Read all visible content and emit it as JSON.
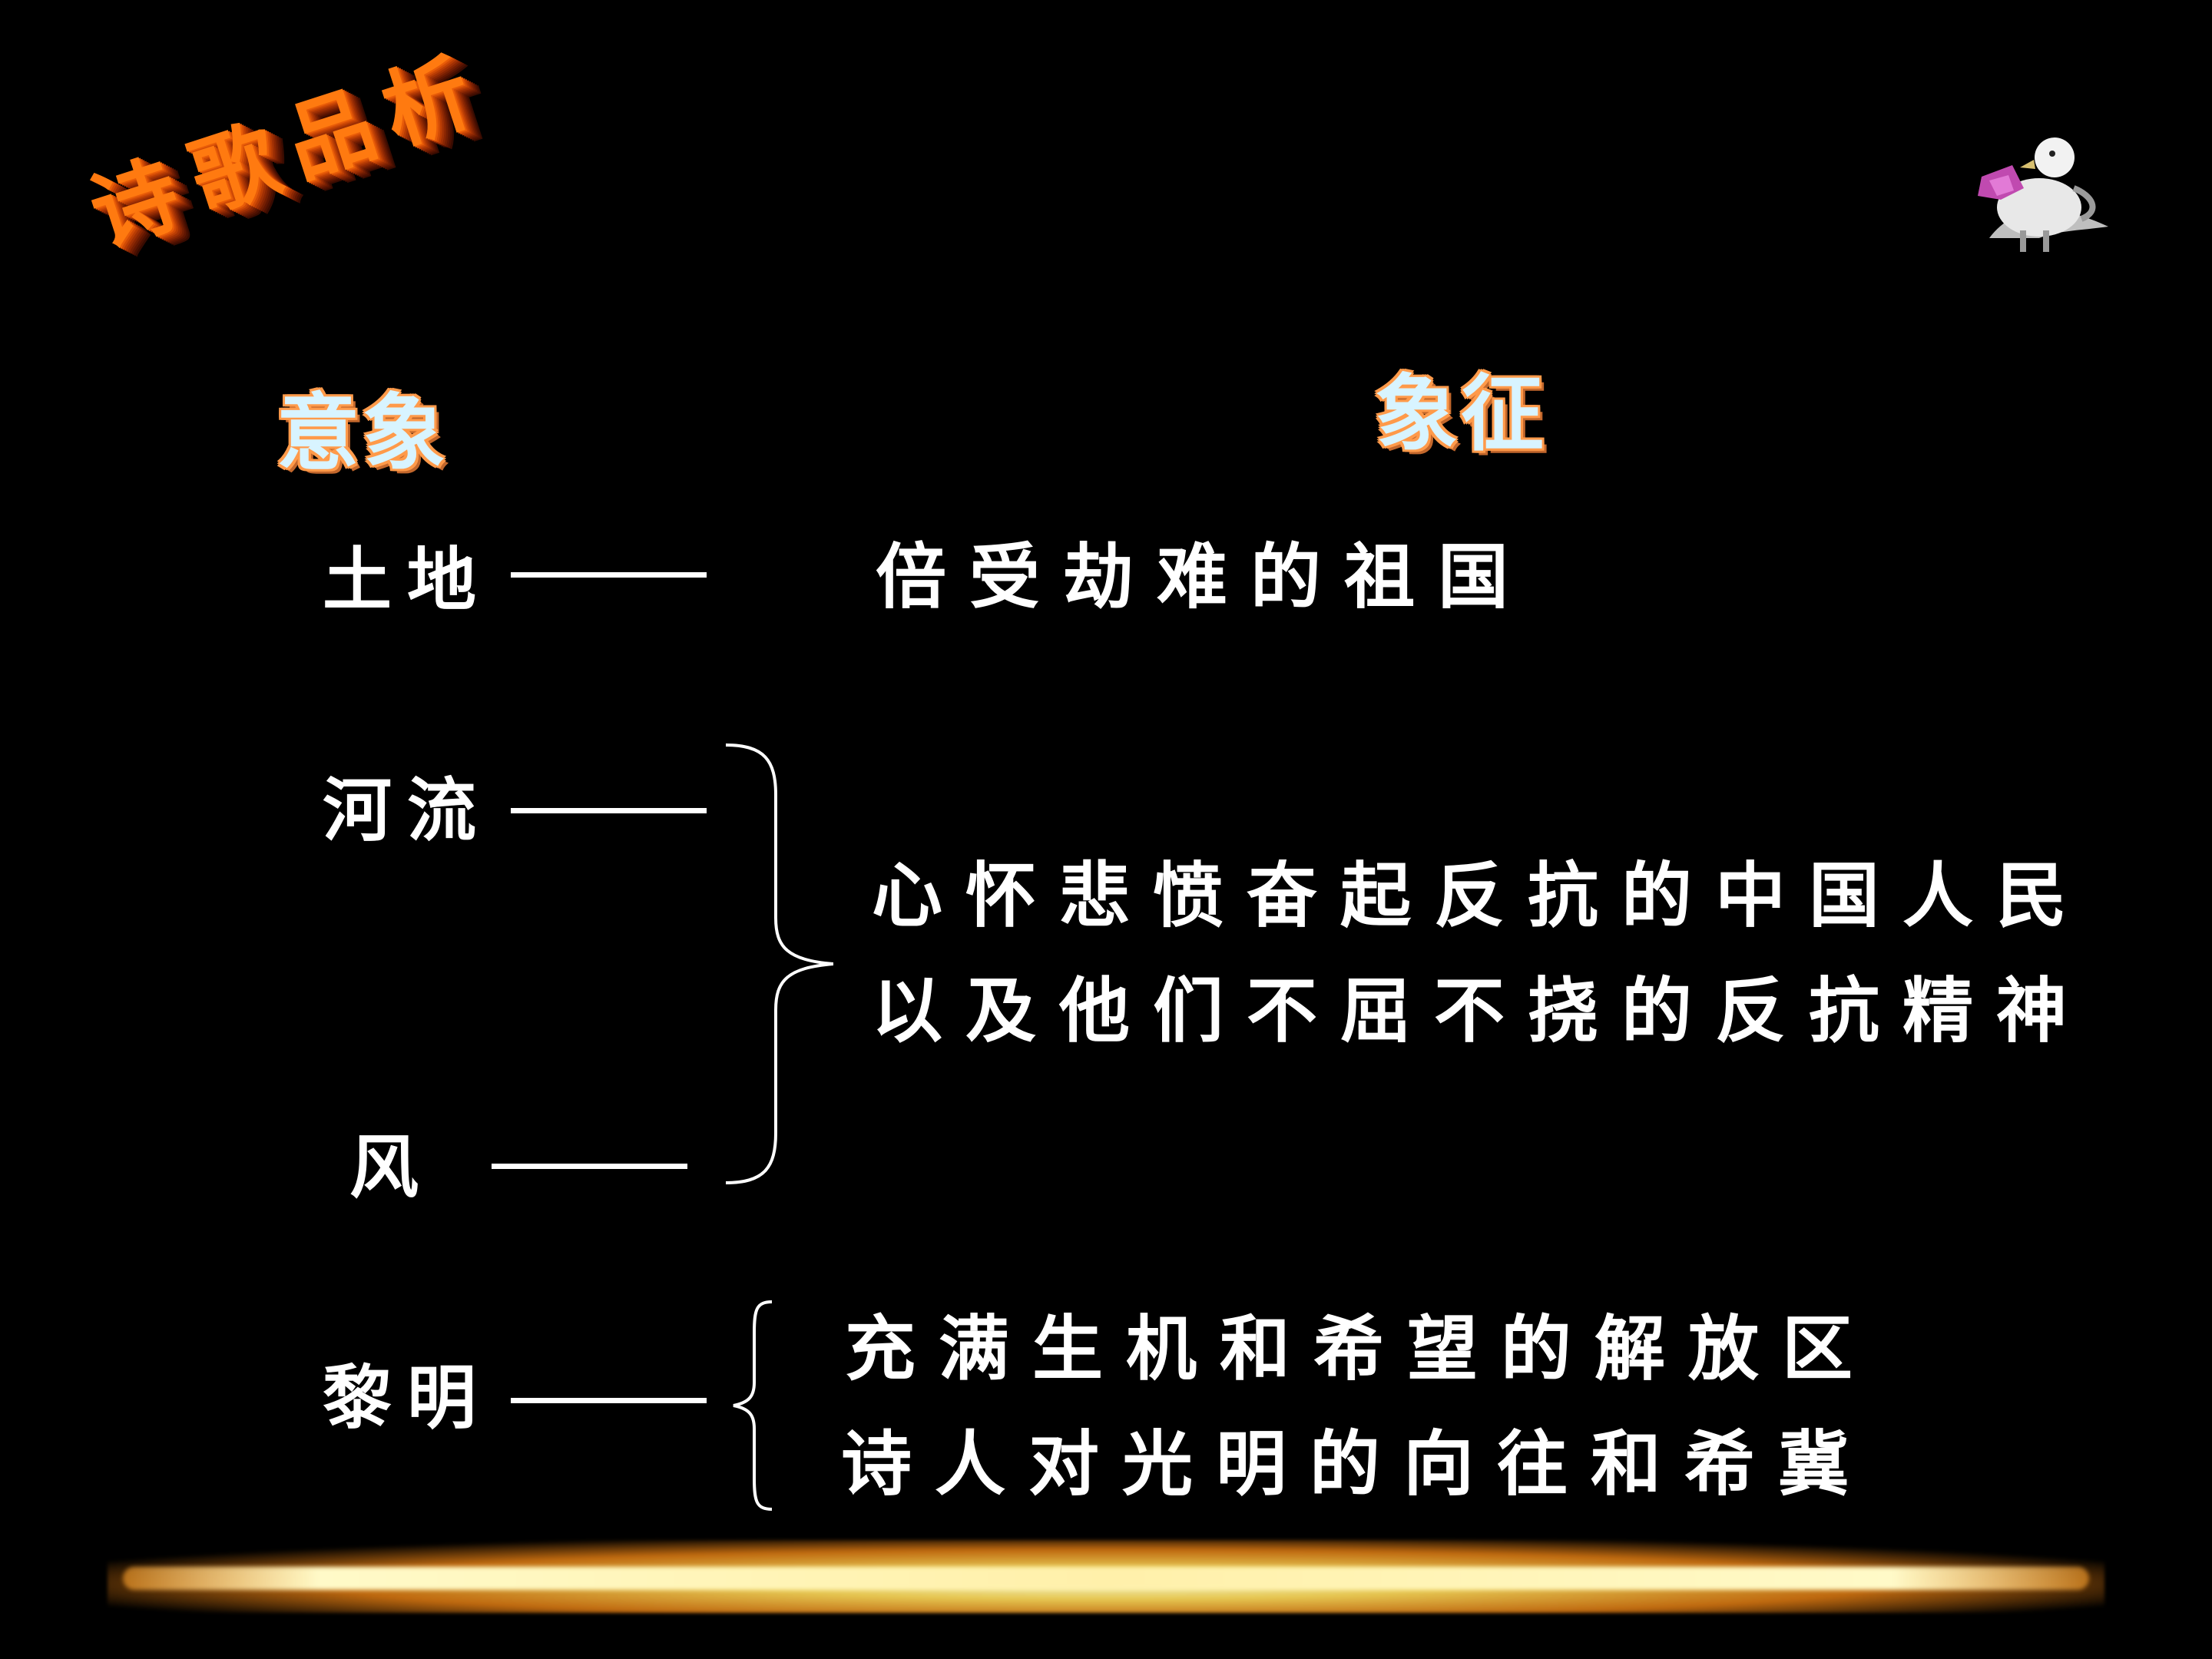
{
  "slide": {
    "title_chars": [
      "诗",
      "歌",
      "品",
      "析"
    ],
    "header_left": "意象",
    "header_right": "象征",
    "rows": [
      {
        "term": "土地",
        "meaning": "倍受劫难的祖国"
      },
      {
        "term": "河流",
        "meaning": ""
      },
      {
        "term": "风",
        "meaning": ""
      },
      {
        "term": "黎明",
        "meaning": ""
      }
    ],
    "group1_lines": [
      "心怀悲愤奋起反抗的中国人民",
      "以及他们不屈不挠的反抗精神"
    ],
    "group2_lines": [
      "充满生机和希望的解放区",
      "诗人对光明的向往和希冀"
    ]
  },
  "colors": {
    "background": "#000000",
    "text": "#ffffff",
    "title_fire": "#ff7a10",
    "header_fill": "#d8f4ff",
    "header_outline": "#ff9a4a"
  },
  "icons": {
    "dove": "dove-with-flower-icon"
  }
}
